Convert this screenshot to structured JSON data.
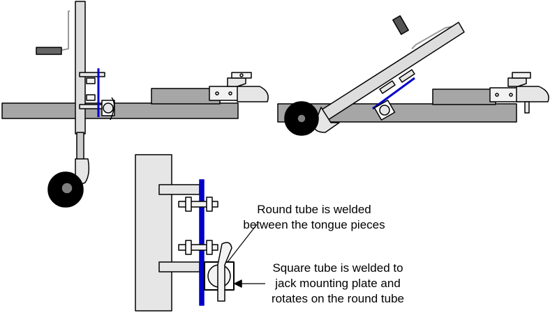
{
  "callouts": {
    "round_tube": [
      "Round tube is welded",
      "between the tongue pieces"
    ],
    "square_tube": [
      "Square tube is welded to",
      "jack mounting plate and",
      "rotates on the round tube"
    ]
  },
  "colors": {
    "tongue_fill": "#a6a6a6",
    "tongue_pad_fill": "#cccccc",
    "plate_fill": "#e6e6e6",
    "tire_fill": "#000000",
    "tire_hub": "#808080",
    "mounting_plate": "#0000cc",
    "outline": "#000000",
    "background": "#ffffff"
  }
}
